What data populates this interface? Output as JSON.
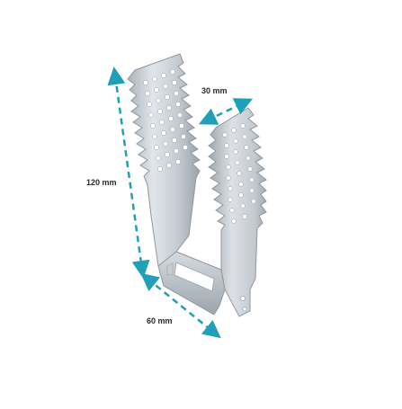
{
  "dimensions": {
    "height_label": "120 mm",
    "width_label": "30 mm",
    "depth_label": "60 mm"
  },
  "colors": {
    "arrow": "#1fa0b8",
    "metal_light": "#dfe3e8",
    "metal_mid": "#b9c0c8",
    "metal_dark": "#8e969f",
    "hole": "#ffffff",
    "label_text": "#2b2b2b"
  },
  "product": {
    "name_hint": "galvanized-acoustic-hanger-bracket"
  }
}
